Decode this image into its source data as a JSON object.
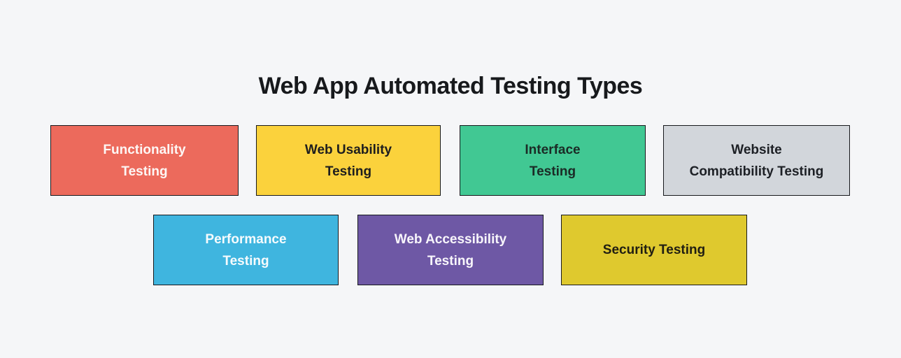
{
  "page": {
    "background": "#F5F6F8",
    "title": "Web App Automated Testing Types",
    "title_color": "#17191C"
  },
  "boxes": [
    {
      "label": "Functionality Testing",
      "lines": [
        "Functionality",
        "Testing"
      ],
      "bg": "#EC6A5C",
      "text_color": "#FDF7F5",
      "border_color": "#17191D"
    },
    {
      "label": "Web Usability Testing",
      "lines": [
        "Web Usability",
        "Testing"
      ],
      "bg": "#FBD23C",
      "text_color": "#1E1E1E",
      "border_color": "#17191D"
    },
    {
      "label": "Interface Testing",
      "lines": [
        "Interface",
        "Testing"
      ],
      "bg": "#41C893",
      "text_color": "#1B2B26",
      "border_color": "#17191D"
    },
    {
      "label": "Website Compatibility Testing",
      "lines": [
        "Website",
        "Compatibility Testing"
      ],
      "bg": "#D2D6DB",
      "text_color": "#1D2025",
      "border_color": "#17191D"
    },
    {
      "label": "Performance Testing",
      "lines": [
        "Performance",
        "Testing"
      ],
      "bg": "#3FB5DF",
      "text_color": "#F6FBFD",
      "border_color": "#17191D"
    },
    {
      "label": "Web Accessibility Testing",
      "lines": [
        "Web Accessibility",
        "Testing"
      ],
      "bg": "#6E58A5",
      "text_color": "#F8F6FB",
      "border_color": "#17191D"
    },
    {
      "label": "Security Testing",
      "lines": [
        "Security Testing"
      ],
      "bg": "#DFC92E",
      "text_color": "#201E12",
      "border_color": "#17191D"
    }
  ]
}
